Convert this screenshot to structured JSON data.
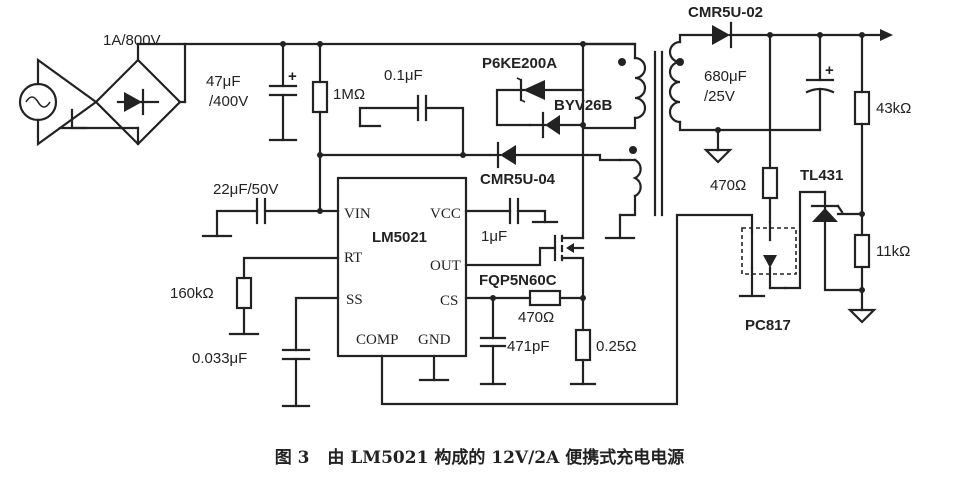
{
  "labels": {
    "fuse_rating": "1A/800V",
    "c_bulk": "47μF",
    "c_bulk_v": "/400V",
    "r_startup": "1MΩ",
    "c_snub": "0.1μF",
    "tvs": "P6KE200A",
    "d_clamp": "BYV26B",
    "d_aux": "CMR5U-04",
    "d_out": "CMR5U-02",
    "c_out": "680μF",
    "c_out_v": "/25V",
    "r_top": "43kΩ",
    "r_bot": "11kΩ",
    "r_led": "470Ω",
    "shunt": "TL431",
    "opto": "PC817",
    "c_vin": "22μF/50V",
    "c_vcc": "1μF",
    "mosfet": "FQP5N60C",
    "r_cs_filter": "470Ω",
    "c_cs": "471pF",
    "r_sense": "0.25Ω",
    "r_rt": "160kΩ",
    "c_ss": "0.033μF"
  },
  "chip": {
    "name": "LM5021",
    "pins": {
      "vin": "VIN",
      "vcc": "VCC",
      "rt": "RT",
      "out": "OUT",
      "ss": "SS",
      "cs": "CS",
      "comp": "COMP",
      "gnd": "GND"
    }
  },
  "caption": {
    "figure": "图 3",
    "title": "由 LM5021 构成的 12V/2A 便携式充电电源"
  }
}
